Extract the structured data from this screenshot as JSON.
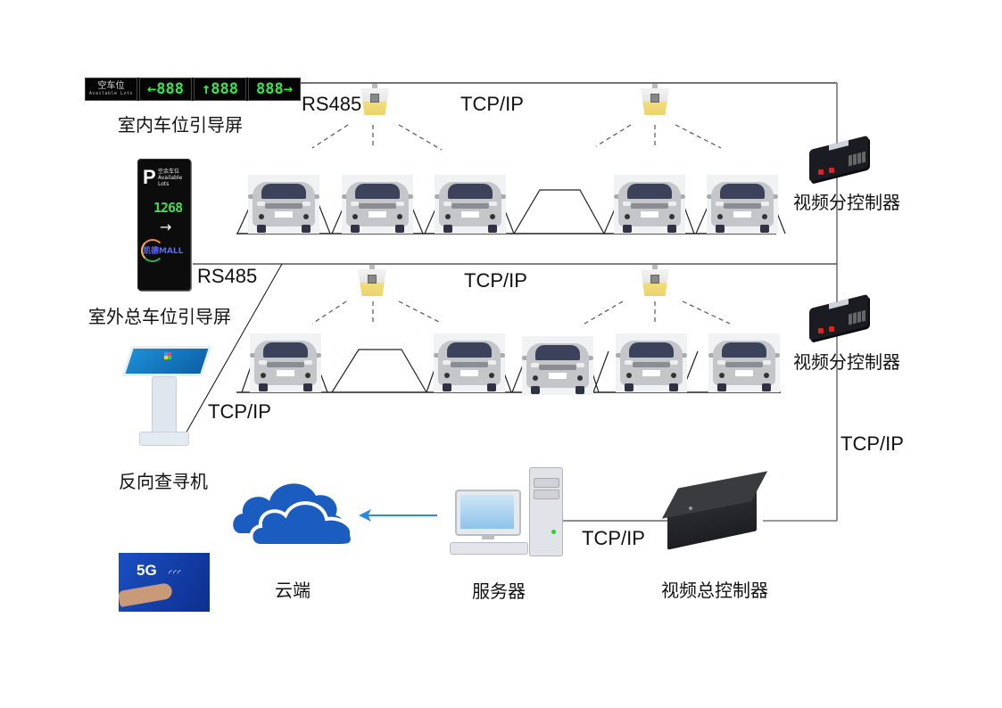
{
  "devices": {
    "indoor_screen": {
      "label": "室内车位引导屏",
      "panel_caption": "空车位",
      "panel_caption_en": "Available Lots",
      "segments": [
        "←888",
        "↑888",
        "888→"
      ],
      "led_color": "#39e34a"
    },
    "outdoor_screen": {
      "label": "室外总车位引导屏",
      "panel_caption": "空余车位",
      "panel_caption_en": "Available Lots",
      "count": "1268",
      "arrow": "→",
      "brand": "凯德MALL",
      "parking_letter": "P"
    },
    "kiosk": {
      "label": "反向查寻机"
    },
    "sub_controller_1": {
      "label": "视频分控制器"
    },
    "sub_controller_2": {
      "label": "视频分控制器"
    },
    "cloud": {
      "label": "云端",
      "color": "#1a5cbf"
    },
    "server": {
      "label": "服务器"
    },
    "main_controller": {
      "label": "视频总控制器"
    },
    "fiveg": {
      "label": "5G"
    }
  },
  "protocols": {
    "rs485_top": "RS485",
    "tcpip_row1": "TCP/IP",
    "rs485_left": "RS485",
    "tcpip_row2": "TCP/IP",
    "tcpip_kiosk": "TCP/IP",
    "tcpip_right": "TCP/IP",
    "tcpip_server": "TCP/IP"
  },
  "rows": [
    {
      "slots": [
        "occupied",
        "occupied",
        "occupied",
        "empty",
        "occupied",
        "occupied"
      ]
    },
    {
      "slots": [
        "occupied",
        "empty",
        "occupied",
        "occupied",
        "occupied",
        "occupied"
      ]
    }
  ],
  "colors": {
    "line": "#555555",
    "cloud_arrow": "#2a8ae6"
  }
}
